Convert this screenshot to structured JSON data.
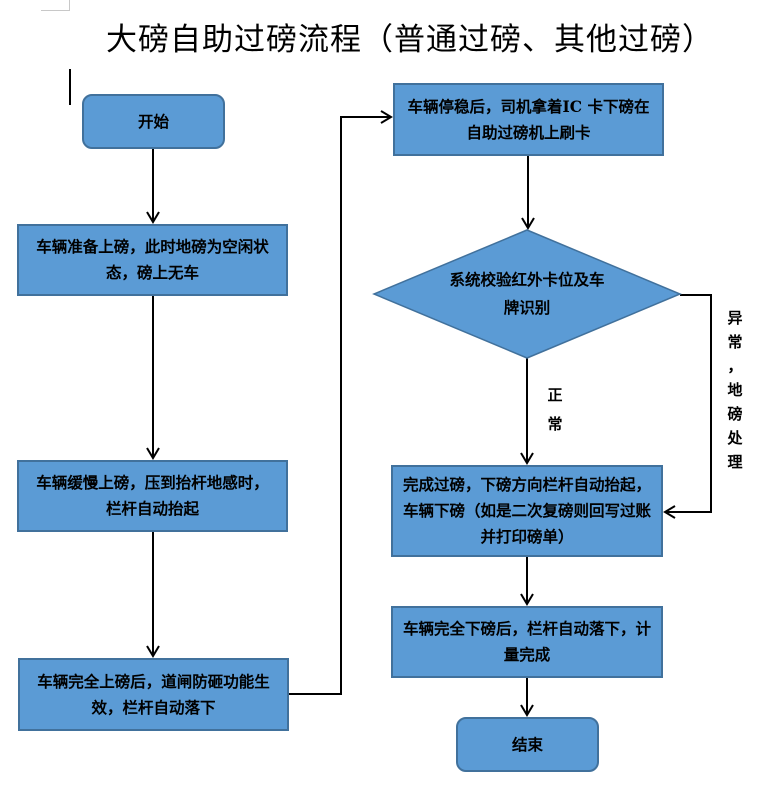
{
  "title": "大磅自助过磅流程（普通过磅、其他过磅）",
  "nodes": {
    "start": "开始",
    "step1": "车辆准备上磅，此时地磅为空闲状态，磅上无车",
    "step2": "车辆缓慢上磅，压到抬杆地感时，栏杆自动抬起",
    "step3": "车辆完全上磅后，道闸防砸功能生效，栏杆自动落下",
    "step4": "车辆停稳后，司机拿着IC 卡下磅在自助过磅机上刷卡",
    "decision": "系统校验红外卡位及车牌识别",
    "step5": "完成过磅，下磅方向栏杆自动抬起，车辆下磅（如是二次复磅则回写过账并打印磅单）",
    "step6": "车辆完全下磅后，栏杆自动落下，计量完成",
    "end": "结束"
  },
  "edge_labels": {
    "normal": [
      "正",
      "常"
    ],
    "abnormal": [
      "异",
      "常",
      "，",
      "地",
      "磅",
      "处",
      "理"
    ]
  },
  "colors": {
    "node_fill": "#5b9bd5",
    "node_border": "#41719c",
    "connector": "#000000"
  }
}
